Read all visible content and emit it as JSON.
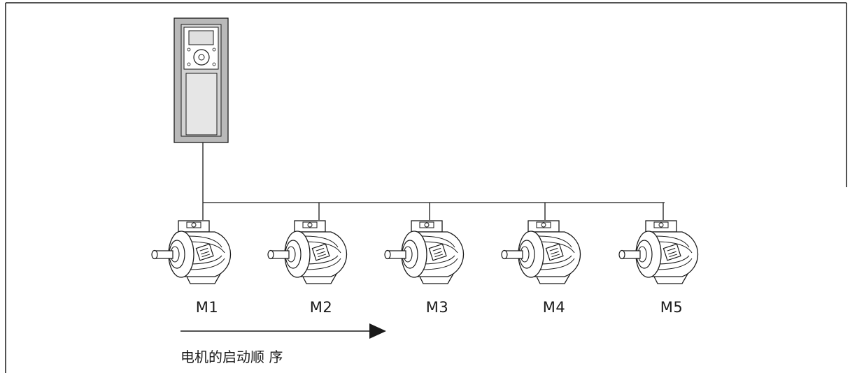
{
  "drive": {
    "icon": "frequency-converter-icon"
  },
  "motors": [
    {
      "label": "M1",
      "icon": "electric-motor-icon"
    },
    {
      "label": "M2",
      "icon": "electric-motor-icon"
    },
    {
      "label": "M3",
      "icon": "electric-motor-icon"
    },
    {
      "label": "M4",
      "icon": "electric-motor-icon"
    },
    {
      "label": "M5",
      "icon": "electric-motor-icon"
    }
  ],
  "order_caption": "电机的启动顺 序",
  "colors": {
    "line": "#1a1a1a",
    "drive_body": "#b9b9b9",
    "drive_panel": "#e6e6e6",
    "motor_fill": "#ffffff"
  }
}
